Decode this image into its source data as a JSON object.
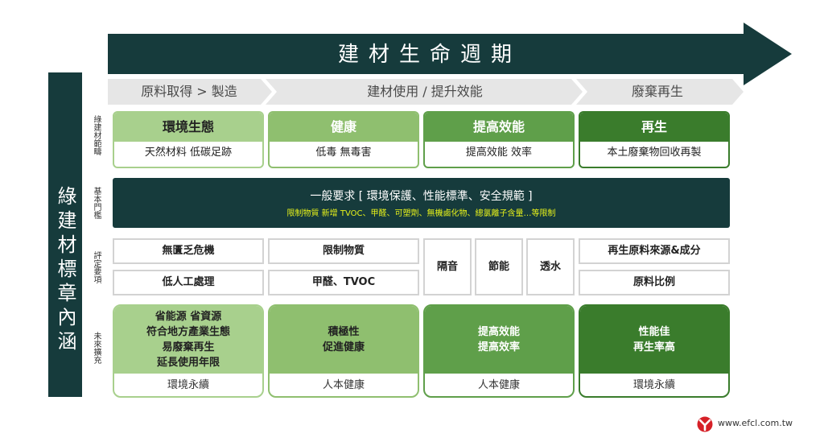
{
  "arrow_title": "建材生命週期",
  "side_title": "綠建材標章內涵",
  "stages": [
    "原料取得 > 製造",
    "建材使用 / 提升效能",
    "廢棄再生"
  ],
  "row_labels": {
    "scope": "綠建材範疇",
    "basic": "基本門檻",
    "criteria": "評定要項",
    "future": "未來擴充"
  },
  "scope_cards": [
    {
      "head": "環境生態",
      "body": "天然材料 低碳足跡",
      "color": "#a8d08d"
    },
    {
      "head": "健康",
      "body": "低毒 無毒害",
      "color": "#8fbf6f"
    },
    {
      "head": "提高效能",
      "body": "提高效能  效率",
      "color": "#5f9f4a"
    },
    {
      "head": "再生",
      "body": "本土廢棄物回收再製",
      "color": "#3a7c2c"
    }
  ],
  "basic": {
    "line1": "一般要求 [ 環境保護、性能標準、安全規範 ]",
    "line2": "限制物質 新增 TVOC、甲醛、可塑劑、無機鹵化物、總氯離子含量…等限制"
  },
  "criteria": {
    "col1": [
      "無匱乏危機",
      "低人工處理"
    ],
    "col2": [
      "限制物質",
      "甲醛、TVOC"
    ],
    "col3": [
      "隔音",
      "節能",
      "透水"
    ],
    "col4": [
      "再生原料來源&成分",
      "原料比例"
    ]
  },
  "future_cards": [
    {
      "top": [
        "省能源 省資源",
        "符合地方產業生態",
        "易廢棄再生",
        "延長使用年限"
      ],
      "bottom": "環境永續",
      "color": "#a8d08d",
      "text_color": "#222222"
    },
    {
      "top": [
        "積極性",
        "促進健康"
      ],
      "bottom": "人本健康",
      "color": "#8fbf6f",
      "text_color": "#222222"
    },
    {
      "top": [
        "提高效能",
        "提高效率"
      ],
      "bottom": "人本健康",
      "color": "#5f9f4a",
      "text_color": "#ffffff"
    },
    {
      "top": [
        "性能佳",
        "再生率高"
      ],
      "bottom": "環境永續",
      "color": "#3a7c2c",
      "text_color": "#ffffff"
    }
  ],
  "footer": {
    "url": "www.efcl.com.tw"
  },
  "colors": {
    "dark": "#163b3c",
    "chevron": "#e6e6e6"
  }
}
